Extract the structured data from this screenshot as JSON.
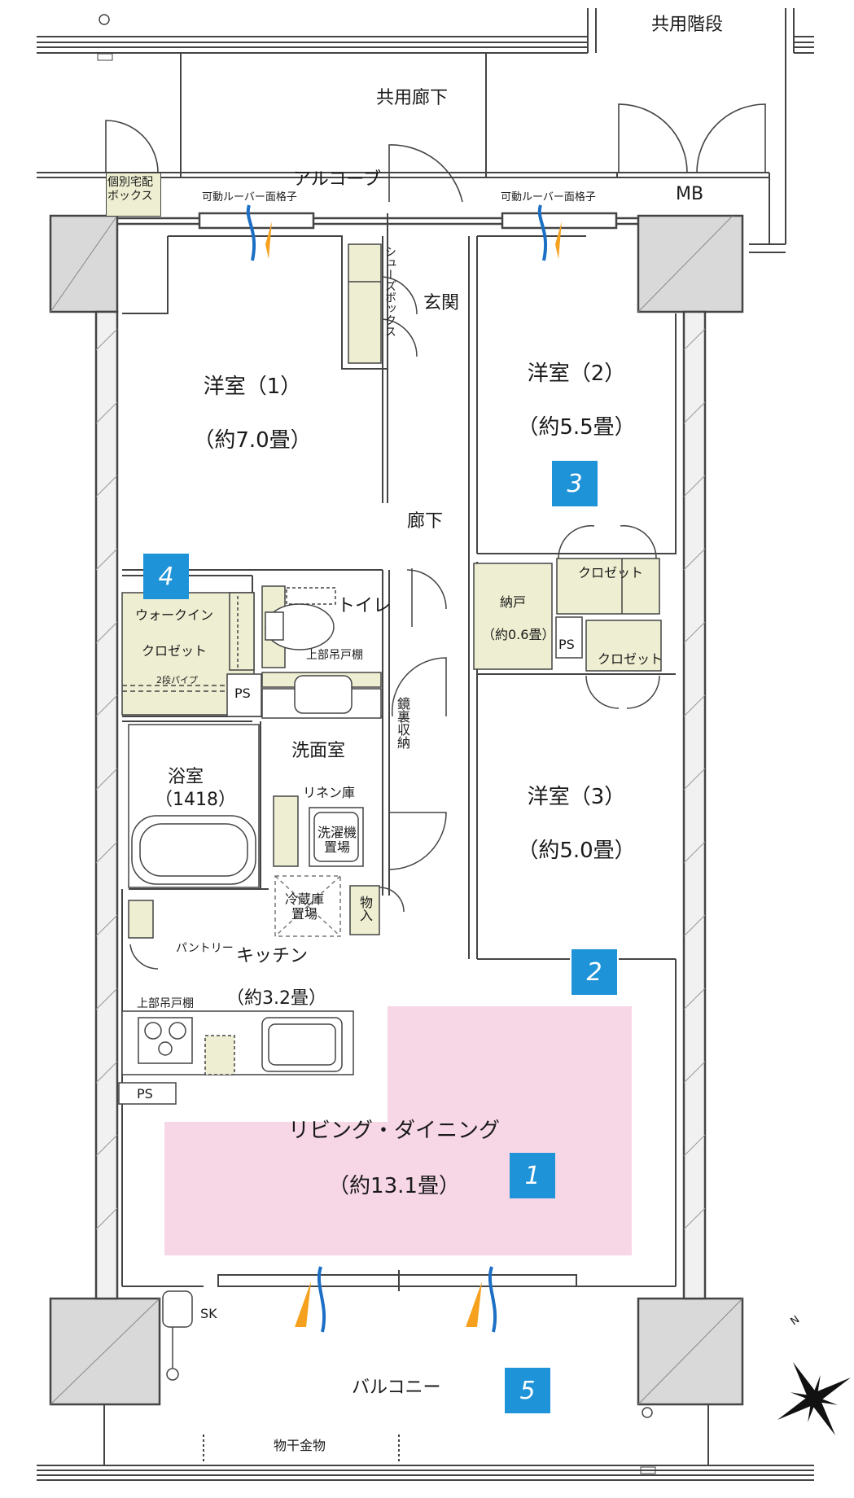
{
  "labels": {
    "shared_stairs": "共用階段",
    "shared_corridor": "共用廊下",
    "alcove": "アルコーブ",
    "mb": "MB",
    "delivery_box": "個別宅配\nボックス",
    "louver_left": "可動ルーバー面格子",
    "louver_right": "可動ルーバー面格子",
    "shoe_box": "シューズボックス",
    "entrance": "玄関",
    "room1_name": "洋室（1）",
    "room1_size": "（約7.0畳）",
    "room2_name": "洋室（2）",
    "room2_size": "（約5.5畳）",
    "corridor": "廊下",
    "walkin": "ウォークイン",
    "closet_w": "クロゼット",
    "two_pipe": "2段パイプ",
    "toilet": "トイレ",
    "upper_cabinet_toilet": "上部吊戸棚",
    "storage": "納戸",
    "storage_size": "（約0.6畳）",
    "closet_a": "クロゼット",
    "closet_b": "クロゼット",
    "ps1": "PS",
    "ps2": "PS",
    "ps3": "PS",
    "mirror_storage": "鏡裏収納",
    "washroom": "洗面室",
    "bath": "浴室",
    "bath_size": "（1418）",
    "linen": "リネン庫",
    "washer": "洗濯機\n置場",
    "fridge": "冷蔵庫\n置場",
    "storage_small": "物入",
    "pantry": "パントリー",
    "kitchen": "キッチン",
    "kitchen_size": "（約3.2畳）",
    "upper_cabinet_kitchen": "上部吊戸棚",
    "room3_name": "洋室（3）",
    "room3_size": "（約5.0畳）",
    "living": "リビング・ダイニング",
    "living_size": "（約13.1畳）",
    "sk": "SK",
    "balcony": "バルコニー",
    "clothes_hanger": "物干金物",
    "compass_n": "N"
  },
  "badges": [
    "1",
    "2",
    "3",
    "4",
    "5"
  ],
  "colors": {
    "wall": "#444444",
    "wall_fill": "#d9d9d9",
    "fixture_fill": "#eeeed2",
    "living_highlight": "#f7d7e6",
    "badge": "#1f93d8",
    "vent_orange": "#f5a11e",
    "vent_blue": "#1c6fc4"
  }
}
